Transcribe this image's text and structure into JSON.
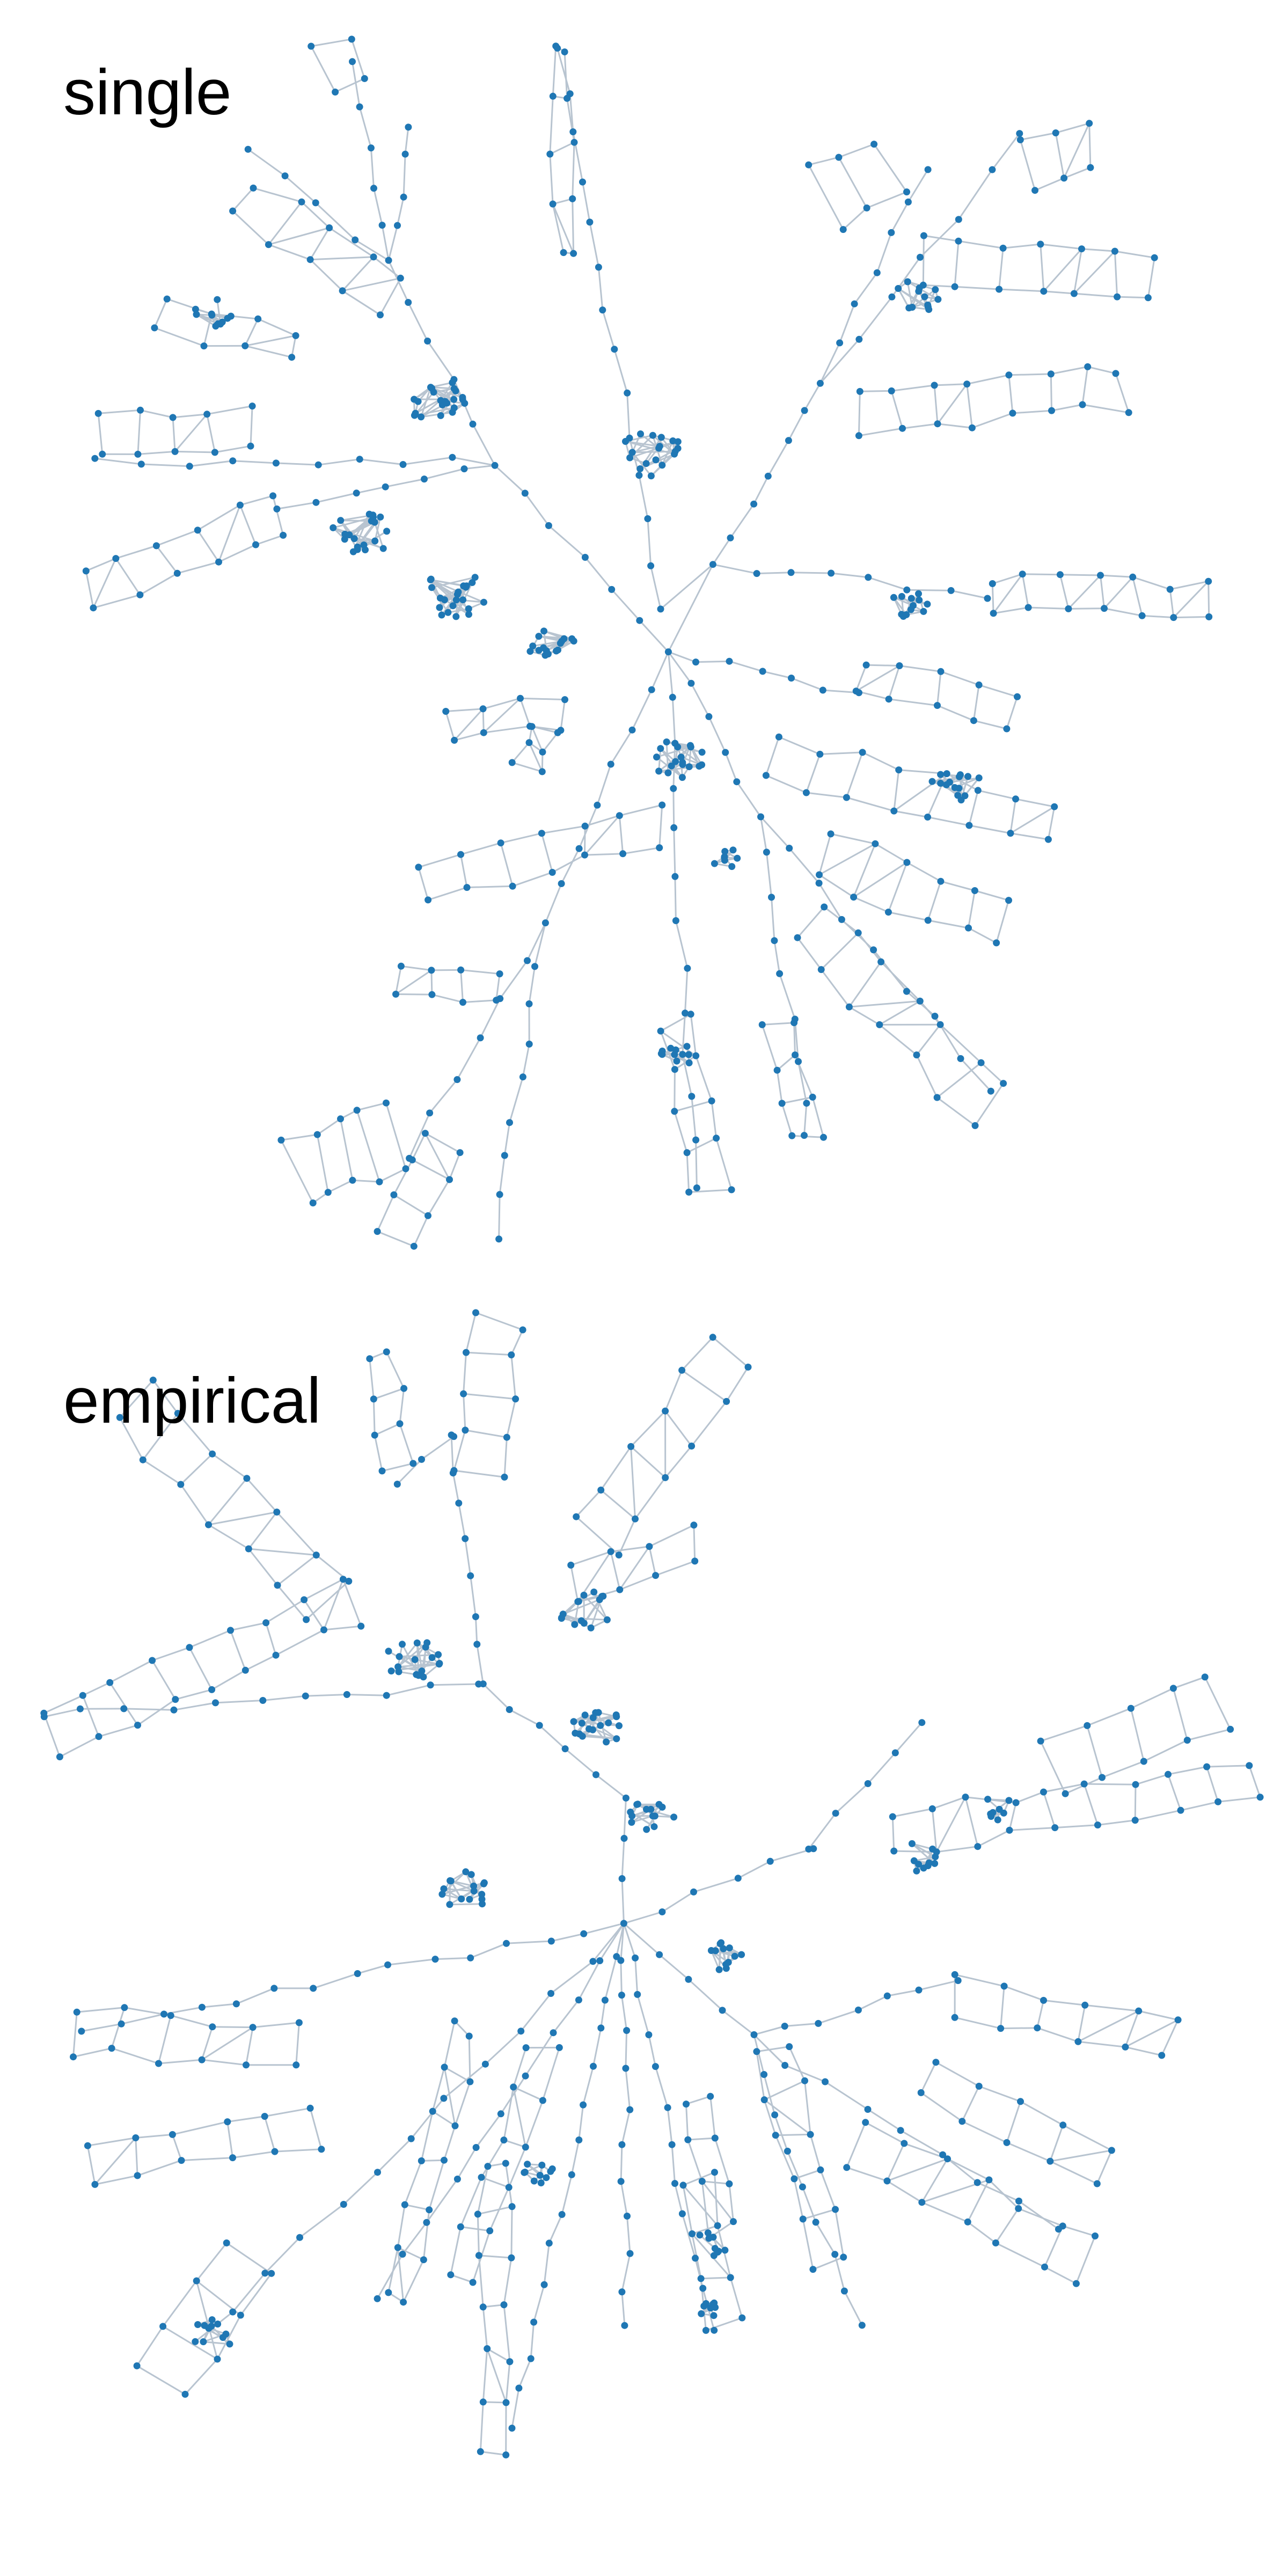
{
  "panels": [
    {
      "id": "single",
      "title": "single"
    },
    {
      "id": "empirical",
      "title": "empirical"
    }
  ],
  "style": {
    "node_color": "#1f77b4",
    "edge_color": "#b8c4d0"
  }
}
